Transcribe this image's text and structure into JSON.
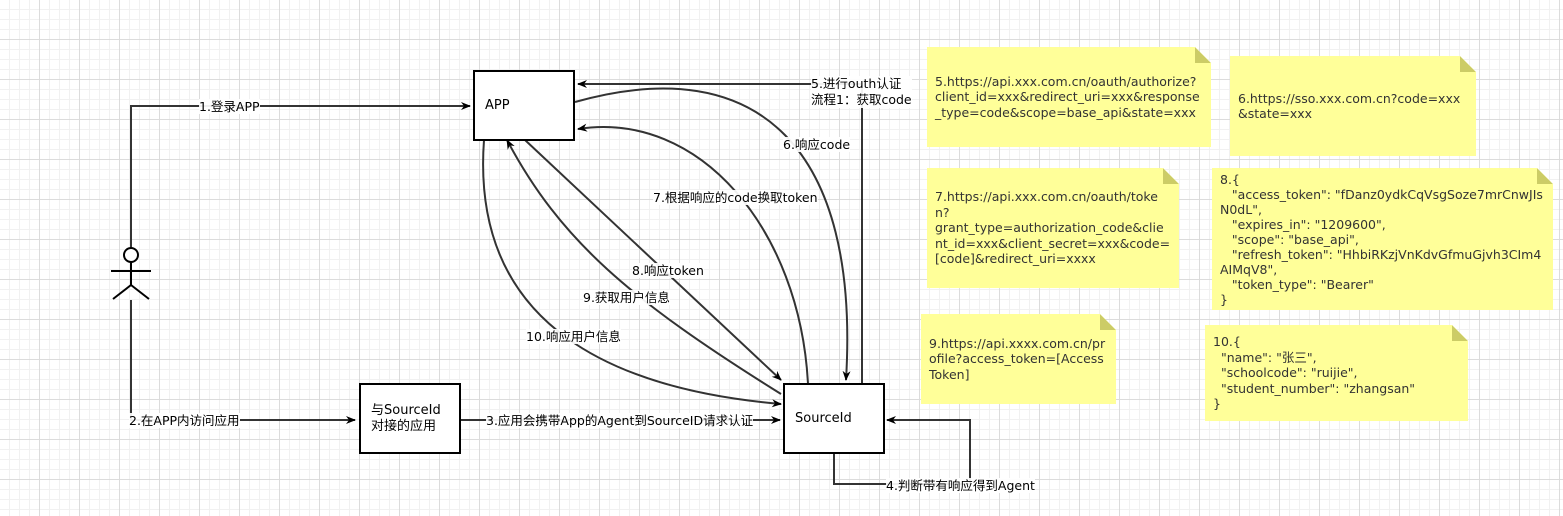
{
  "boxes": {
    "app": "APP",
    "integrated_app": "与SourceId\n对接的应用",
    "sourceid": "SourceId"
  },
  "edges": {
    "e1": "1.登录APP",
    "e2": "2.在APP内访问应用",
    "e3": "3.应用会携带App的Agent到SourceID请求认证",
    "e4": "4.判断带有响应得到Agent",
    "e5": "5.进行outh认证\n流程1：获取code",
    "e6": "6.响应code",
    "e7": "7.根据响应的code换取token",
    "e8": "8.响应token",
    "e9": "9.获取用户信息",
    "e10": "10.响应用户信息"
  },
  "notes": {
    "n5": "5.https://api.xxx.com.cn/oauth/authorize?client_id=xxx&redirect_uri=xxx&response_type=code&scope=base_api&state=xxx",
    "n6": "6.https://sso.xxx.com.cn?code=xxx&state=xxx",
    "n7": "7.https://api.xxx.com.cn/oauth/token?\ngrant_type=authorization_code&client_id=xxx&client_secret=xxx&code=[code]&redirect_uri=xxxx",
    "n8": "8.{\n   \"access_token\": \"fDanz0ydkCqVsgSoze7mrCnwJIsN0dL\",\n   \"expires_in\": \"1209600\",\n   \"scope\": \"base_api\",\n   \"refresh_token\": \"HhbiRKzjVnKdvGfmuGjvh3CIm4AIMqV8\",\n   \"token_type\": \"Bearer\"\n}",
    "n9": "9.https://api.xxxx.com.cn/profile?access_token=[AccessToken]",
    "n10": "10.{\n  \"name\": \"张三\",\n  \"schoolcode\": \"ruijie\",\n  \"student_number\": \"zhangsan\"\n}"
  },
  "colors": {
    "line": "#333333",
    "note_fill": "#ffff99",
    "note_fold": "#cccc66",
    "box_border": "#000000"
  },
  "icons": {
    "actor": "stick-figure-user-icon"
  }
}
